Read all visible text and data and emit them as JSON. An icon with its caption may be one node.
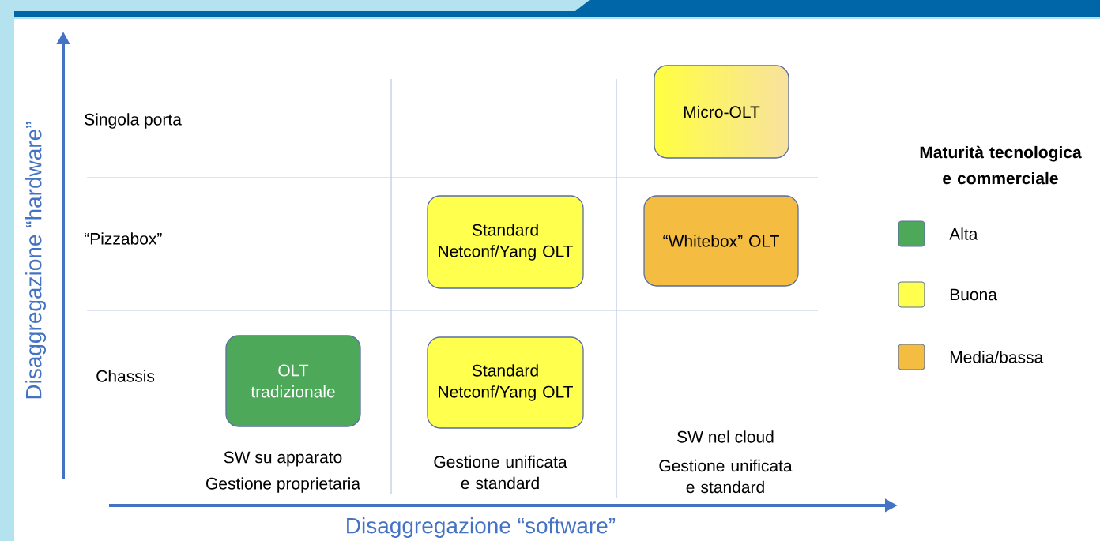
{
  "diagram": {
    "nodes": [
      {
        "text": [
          "Micro-OLT"
        ]
      },
      {
        "text": [
          "Standard Netconf/Yang OLT"
        ]
      },
      {
        "text": [
          "“Whitebox” OLT"
        ]
      },
      {
        "text": [
          "OLT tradizionale"
        ]
      },
      {
        "text": [
          "Standard Netconf/Yang OLT"
        ]
      }
    ],
    "labels": [
      "Singola porta",
      "“Pizzabox”",
      "Chassis",
      "SW su apparato",
      "Gestione proprietaria",
      "Gestione unificata e standard",
      "SW nel cloud",
      "Gestione unificata e standard",
      "Disaggregazione “hardware”",
      "Disaggregazione “software”",
      "Maturità tecnologica e commerciale"
    ],
    "legend": [
      {
        "text": "Alta",
        "color": "#4ea85a"
      },
      {
        "text": "Buona",
        "color": "#ffff4d"
      },
      {
        "text": "Media/bassa",
        "color": "#f4bd42"
      }
    ]
  }
}
